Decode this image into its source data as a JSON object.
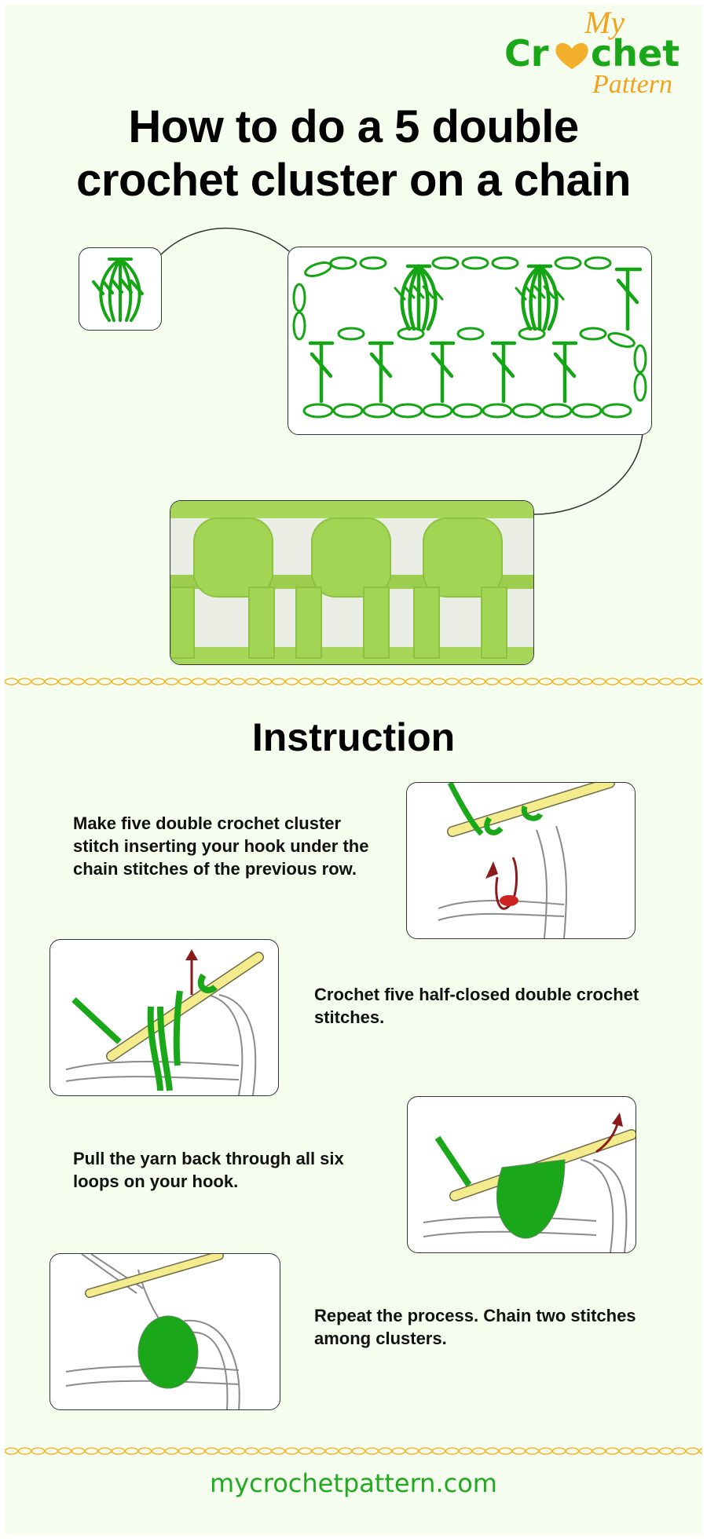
{
  "logo": {
    "line1": "My",
    "line2_left": "Cr",
    "line2_right": "chet",
    "line3": "Pattern",
    "colors": {
      "green": "#1aa81a",
      "orange": "#f2a21c"
    }
  },
  "header": {
    "title_line1": "How to do a 5 double",
    "title_line2": "crochet cluster on a chain"
  },
  "diagram": {
    "symbol_icon": "5-dc-cluster-symbol",
    "chart_icon": "crochet-chart-diagram",
    "photo_caption": "crochet-sample-photo",
    "stroke_color": "#13a513"
  },
  "instruction": {
    "title": "Instruction",
    "steps": [
      {
        "text": "Make five double crochet cluster stitch inserting your hook under the chain stitches of the previous row.",
        "illustration": "step1-insert-hook"
      },
      {
        "text": "Crochet five half-closed double crochet stitches.",
        "illustration": "step2-half-closed-dc"
      },
      {
        "text": "Pull the yarn back through all six loops on your hook.",
        "illustration": "step3-pull-through-loops"
      },
      {
        "text": "Repeat the process. Chain two stitches among clusters.",
        "illustration": "step4-chain-two"
      }
    ]
  },
  "footer": {
    "website": "mycrochetpattern.com"
  },
  "colors": {
    "background": "#f4fdee",
    "divider": "#f0b830",
    "accent_green": "#22aa22"
  }
}
